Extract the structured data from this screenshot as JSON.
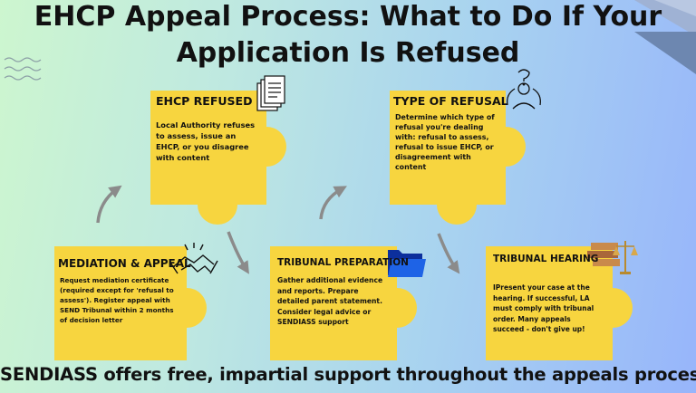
{
  "title_line1": "EHCP Appeal Process: What to Do If Your",
  "title_line2": "Application Is Refused",
  "footer": "SENDIASS offers free, impartial support throughout the appeals process",
  "colors": {
    "puzzle": "#f7d53f",
    "arrow": "#8b8b8b",
    "corner_dark": "#6d87b0",
    "corner_light": "#9fb2d4"
  },
  "steps": [
    {
      "id": "ehcp-refused",
      "title": "EHCP REFUSED",
      "icon": "document-stack-icon",
      "lines": [
        "Local Authority refuses",
        "to assess, issue an",
        "EHCP, or you disagree",
        "with content"
      ]
    },
    {
      "id": "type-of-refusal",
      "title": "TYPE OF REFUSAL",
      "icon": "person-question-icon",
      "lines": [
        "Determine which type of",
        "refusal you're dealing",
        "with: refusal to assess,",
        "refusal to issue EHCP, or",
        "disagreement with",
        "content"
      ]
    },
    {
      "id": "mediation-appeal",
      "title": "MEDIATION & APPEAL",
      "icon": "handshake-icon",
      "lines": [
        "Request mediation certificate",
        "(required except for 'refusal to",
        "assess'). Register appeal with",
        "SEND Tribunal within 2 months",
        "of decision letter"
      ]
    },
    {
      "id": "tribunal-preparation",
      "title": "TRIBUNAL PREPARATION",
      "icon": "folder-icon",
      "lines": [
        "Gather additional evidence",
        "and reports. Prepare",
        "detailed parent statement.",
        "Consider legal advice or",
        "SENDIASS support"
      ]
    },
    {
      "id": "tribunal-hearing",
      "title": "TRIBUNAL HEARING",
      "icon": "books-scales-icon",
      "lines": [
        "IPresent your case at the",
        "hearing. If successful, LA",
        "must comply with tribunal",
        "order. Many appeals",
        "succeed - don't give up!"
      ]
    }
  ]
}
